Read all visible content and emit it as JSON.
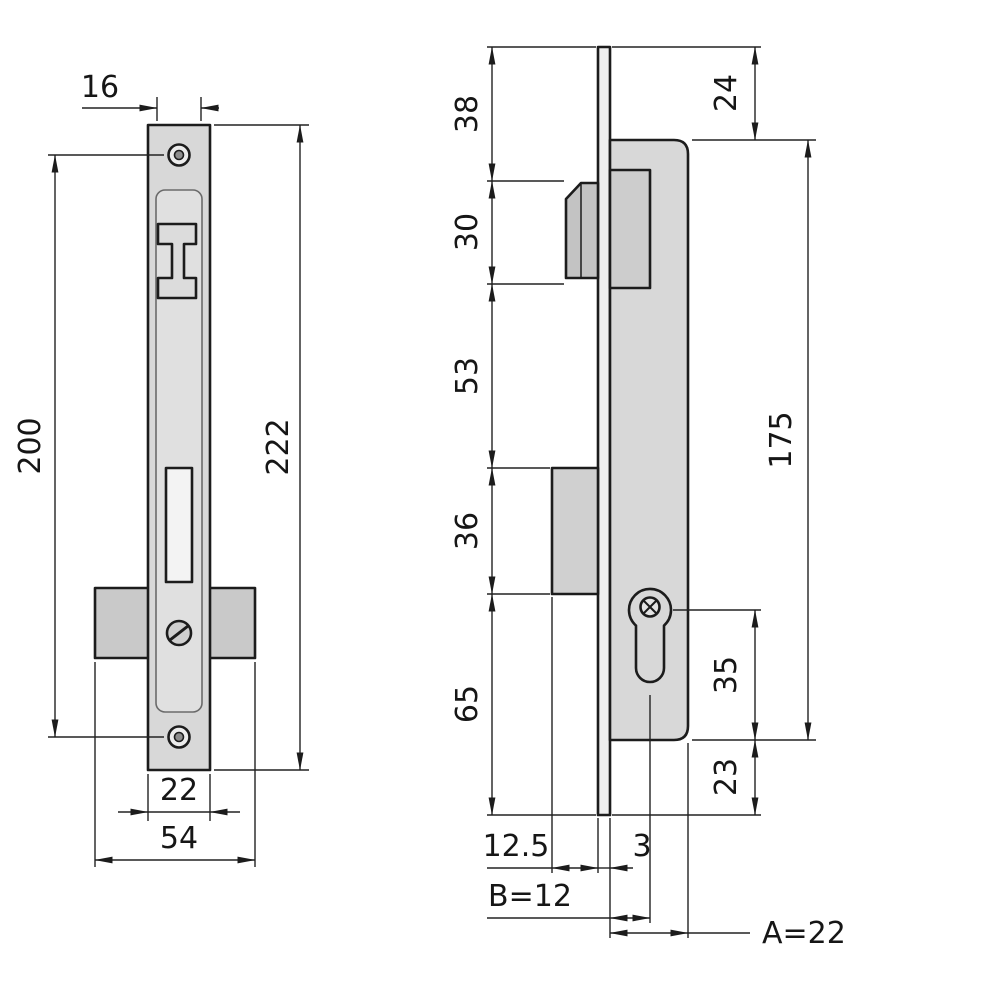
{
  "front_view": {
    "dim_16": "16",
    "dim_200": "200",
    "dim_222": "222",
    "dim_22": "22",
    "dim_54": "54"
  },
  "side_view": {
    "dim_38": "38",
    "dim_30": "30",
    "dim_53": "53",
    "dim_36": "36",
    "dim_65": "65",
    "dim_24": "24",
    "dim_175": "175",
    "dim_35": "35",
    "dim_23": "23",
    "dim_12_5": "12.5",
    "dim_3": "3",
    "dim_b": "B=12",
    "dim_a": "A=22"
  },
  "colors": {
    "background": "#ffffff",
    "line": "#1c1c1c",
    "metal_light": "#d8d8d8",
    "metal_mid": "#c9c9c9"
  }
}
